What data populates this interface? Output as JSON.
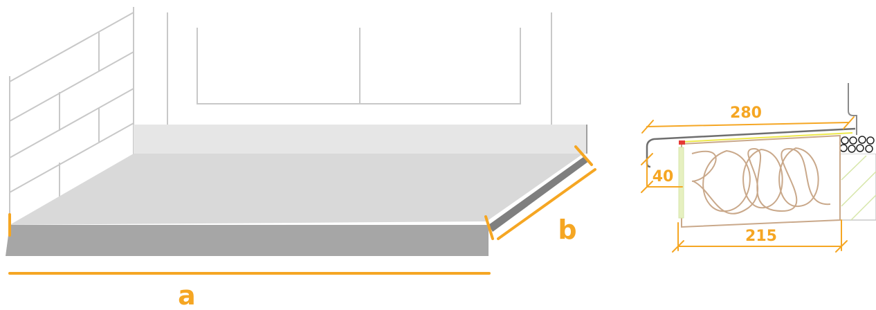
{
  "colors": {
    "accent": "#F5A623",
    "outline": "#C8C8C8",
    "sill_top": "#D9D9D9",
    "sill_front": "#A6A6A6",
    "frame_base": "#E6E6E6",
    "insulation": "#C9A88A",
    "membrane": "#EDE84A"
  },
  "labels": {
    "length": "a",
    "depth": "b"
  },
  "section": {
    "width_top": "280",
    "width_bottom": "215",
    "height": "40"
  }
}
